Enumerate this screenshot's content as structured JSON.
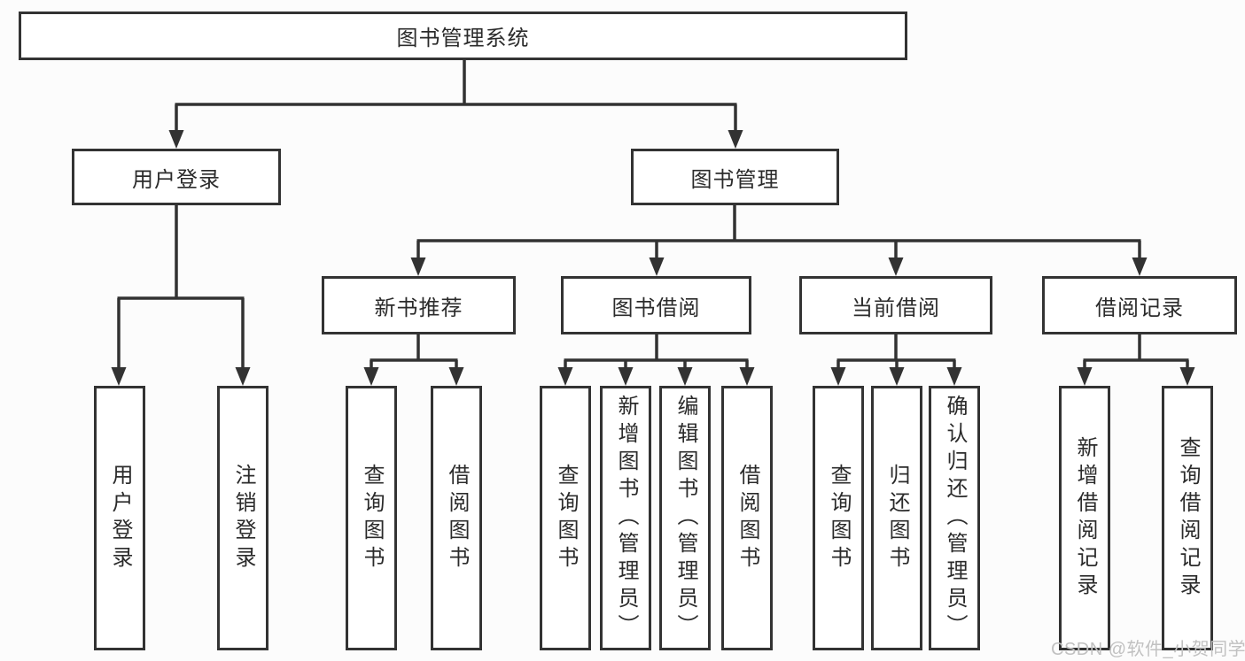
{
  "diagram": {
    "root": {
      "label": "图书管理系统"
    },
    "level2": [
      {
        "label": "用户登录"
      },
      {
        "label": "图书管理"
      }
    ],
    "level3": [
      {
        "label": "新书推荐"
      },
      {
        "label": "图书借阅"
      },
      {
        "label": "当前借阅"
      },
      {
        "label": "借阅记录"
      }
    ],
    "leaves": [
      {
        "label": "用户登录"
      },
      {
        "label": "注销登录"
      },
      {
        "label": "查询图书"
      },
      {
        "label": "借阅图书"
      },
      {
        "label": "查询图书"
      },
      {
        "label": "新增图书（管理员）"
      },
      {
        "label": "编辑图书（管理员）"
      },
      {
        "label": "借阅图书"
      },
      {
        "label": "查询图书"
      },
      {
        "label": "归还图书"
      },
      {
        "label": "确认归还（管理员）"
      },
      {
        "label": "新增借阅记录"
      },
      {
        "label": "查询借阅记录"
      }
    ],
    "watermark": "CSDN @软件_小贺同学",
    "colors": {
      "line": "#323232",
      "box_border": "#333333",
      "box_fill": "#ffffff",
      "text": "#2b2b2b",
      "watermark": "#c1c1c1",
      "background": "#fcfcfc"
    }
  }
}
